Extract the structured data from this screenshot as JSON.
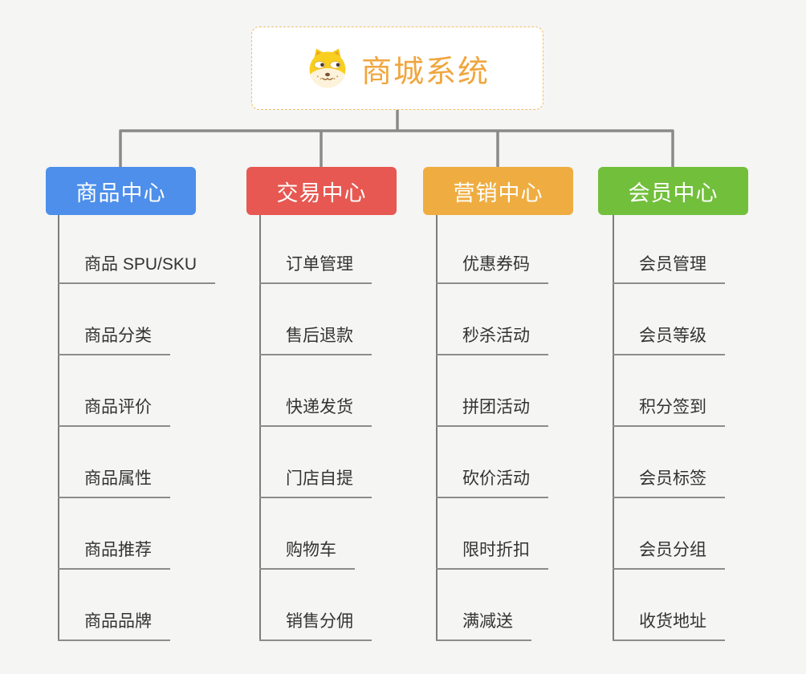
{
  "canvas": {
    "background": "#f5f5f4"
  },
  "root": {
    "title": "商城系统",
    "icon": "dog-face-icon",
    "text_color": "#f0a63e",
    "border_color": "#f0bd66"
  },
  "connectors": {
    "color": "#8a8a8a"
  },
  "branches": [
    {
      "label": "商品中心",
      "color": "#4d8fea",
      "items": [
        "商品 SPU/SKU",
        "商品分类",
        "商品评价",
        "商品属性",
        "商品推荐",
        "商品品牌"
      ]
    },
    {
      "label": "交易中心",
      "color": "#e65851",
      "items": [
        "订单管理",
        "售后退款",
        "快递发货",
        "门店自提",
        "购物车",
        "销售分佣"
      ]
    },
    {
      "label": "营销中心",
      "color": "#efad41",
      "items": [
        "优惠券码",
        "秒杀活动",
        "拼团活动",
        "砍价活动",
        "限时折扣",
        "满减送"
      ]
    },
    {
      "label": "会员中心",
      "color": "#72bf3c",
      "items": [
        "会员管理",
        "会员等级",
        "积分签到",
        "会员标签",
        "会员分组",
        "收货地址"
      ]
    }
  ]
}
